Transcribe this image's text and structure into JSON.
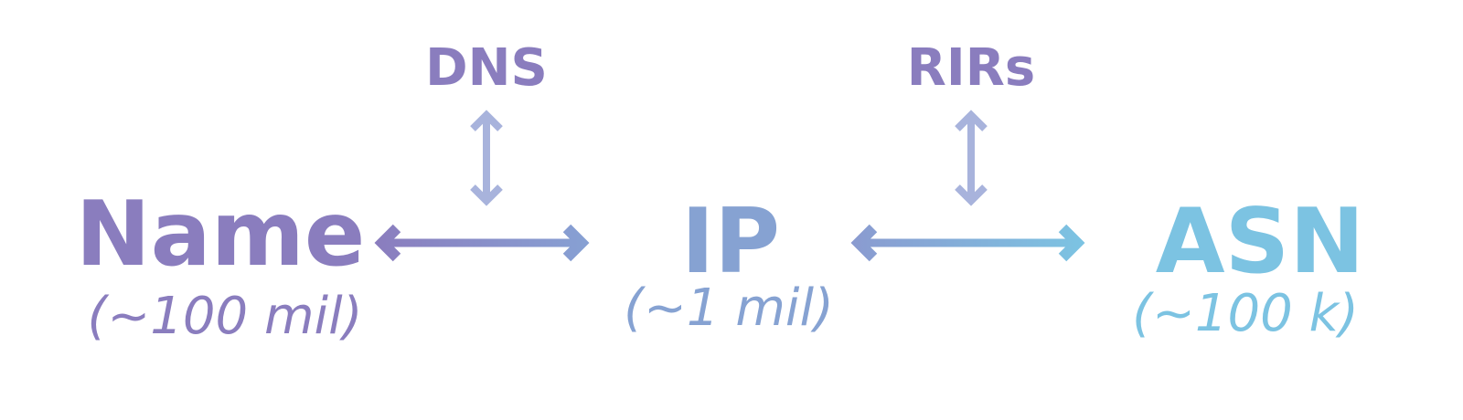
{
  "nodes": [
    {
      "label": "Name",
      "count": "(~100 mil)",
      "color": "#8a7dbe"
    },
    {
      "label": "IP",
      "count": "(~1 mil)",
      "color": "#86a2d2"
    },
    {
      "label": "ASN",
      "count": "(~100 k)",
      "color": "#7cc3e2"
    }
  ],
  "mappers": [
    {
      "label": "DNS",
      "color": "#8a7dbe"
    },
    {
      "label": "RIRs",
      "color": "#8a7dbe"
    }
  ],
  "arrow_colors": {
    "name_ip_start": "#8a7dbe",
    "name_ip_end": "#87a0d3",
    "ip_asn_start": "#8a9bd0",
    "ip_asn_end": "#7cc3e2",
    "vertical": "#a8b3dc"
  }
}
